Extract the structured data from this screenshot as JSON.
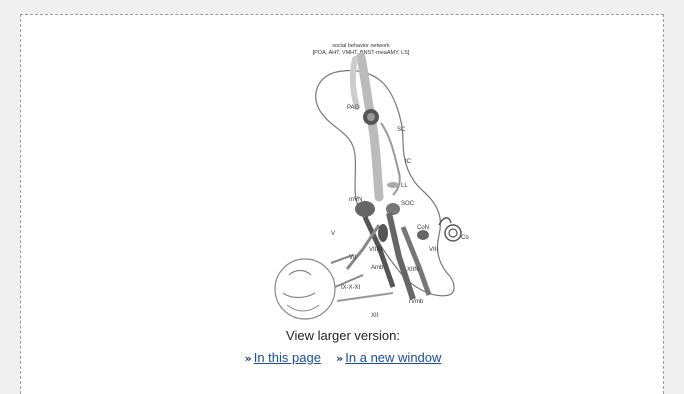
{
  "figure": {
    "title_line1": "social behavior network",
    "title_line2": "[POA, AHT, VMHT, BNST-meaAMY, LS]",
    "labels": {
      "pag": "PAG",
      "sc": "SC",
      "ic": "IC",
      "ll": "LL",
      "mvn": "mVN",
      "soc": "SOC",
      "v": "V",
      "vii": "VII",
      "viiin": "VIIIN",
      "con": "CoN",
      "viii": "VIII",
      "co": "Co",
      "amb": "Amb",
      "xiin": "XIIN",
      "ix_x_xi": "IX-X-XI",
      "xii": "XII",
      "rvmb": "rVmb"
    }
  },
  "caption": {
    "text": "View larger version:"
  },
  "links": {
    "arrow_glyph": "»",
    "in_this_page": "In this page",
    "in_new_window": "In a new window"
  }
}
